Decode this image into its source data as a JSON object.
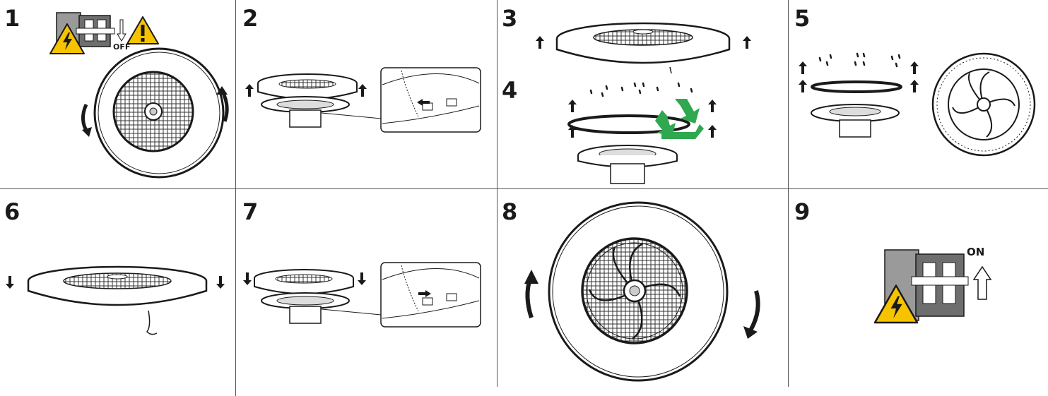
{
  "steps": [
    {
      "number": "1"
    },
    {
      "number": "2"
    },
    {
      "number": "3"
    },
    {
      "number": "4"
    },
    {
      "number": "5"
    },
    {
      "number": "6"
    },
    {
      "number": "7"
    },
    {
      "number": "8"
    },
    {
      "number": "9"
    }
  ],
  "switch_off_label": "OFF",
  "switch_on_label": "ON",
  "colors": {
    "line": "#1a1a1a",
    "warning_fill": "#f6c300",
    "recycle_green": "#2fa84f",
    "switch_gray": "#9a9a9a",
    "switch_dark": "#6e6e6e"
  },
  "icons": [
    "high-voltage-warning-icon",
    "caution-warning-icon",
    "recycle-icon",
    "arrow-up-icon",
    "arrow-down-icon",
    "rotate-arrow-icon"
  ]
}
